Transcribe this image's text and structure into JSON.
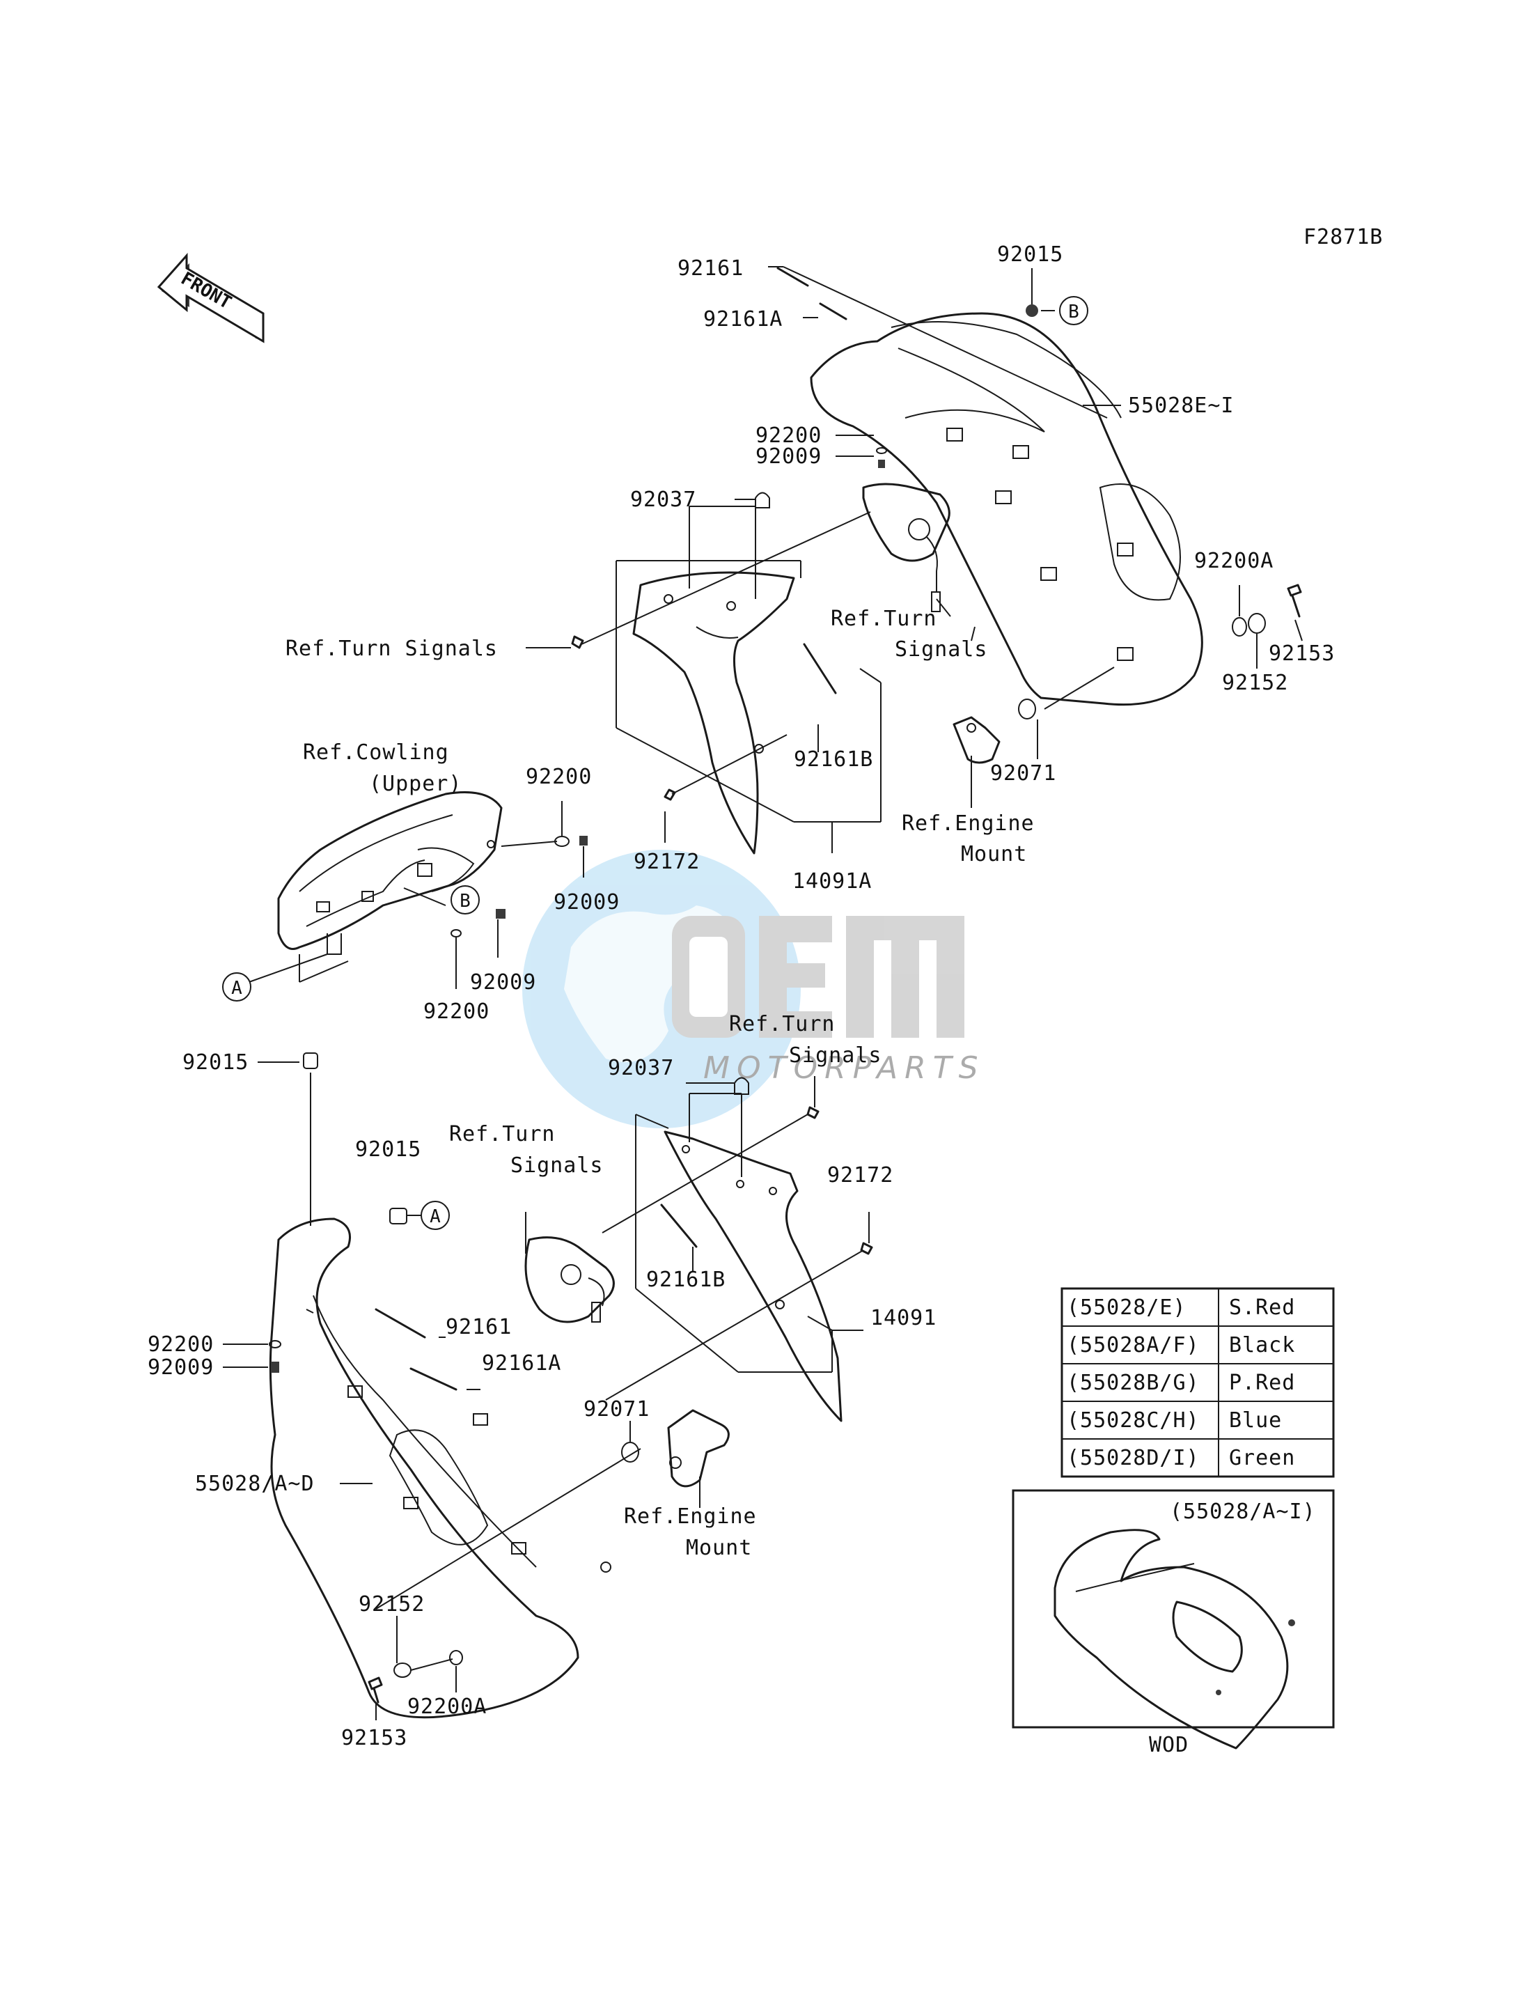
{
  "diagram": {
    "code": "F2871B",
    "front_label": "FRONT",
    "wod_label": "WOD",
    "watermark": {
      "brand": "OEM",
      "sub": "MOTORPARTS"
    },
    "callouts": {
      "A": "A",
      "B": "B"
    },
    "labels": {
      "p92015_top": "92015",
      "p92161_top": "92161",
      "p92161A_top": "92161A",
      "p55028E_I": "55028E~I",
      "p92200_top": "92200",
      "p92009_top": "92009",
      "p92037_top": "92037",
      "ref_turn_signals_left": "Ref.Turn Signals",
      "ref_turn_signals_right_1": "Ref.Turn",
      "ref_turn_signals_right_2": "Signals",
      "p92200A_top": "92200A",
      "p92153_top": "92153",
      "p92152_top": "92152",
      "p92161B_top": "92161B",
      "p92071_top": "92071",
      "ref_engine_mount_top_1": "Ref.Engine",
      "ref_engine_mount_top_2": "Mount",
      "p92172_top": "92172",
      "p14091A": "14091A",
      "ref_cowling_upper_1": "Ref.Cowling",
      "ref_cowling_upper_2": "(Upper)",
      "p92200_mid_a": "92200",
      "p92009_mid_a": "92009",
      "p92009_mid_b": "92009",
      "p92200_mid_b": "92200",
      "p92015_mid": "92015",
      "ref_turn_signals_mid_1": "Ref.Turn",
      "ref_turn_signals_mid_2": "Signals",
      "p92037_mid": "92037",
      "ref_turn_signals_low_1": "Ref.Turn",
      "ref_turn_signals_low_2": "Signals",
      "p92015_low": "92015",
      "p92172_low": "92172",
      "p92161B_low": "92161B",
      "p14091": "14091",
      "p92200_low": "92200",
      "p92009_low": "92009",
      "p92161_low": "92161",
      "p92161A_low": "92161A",
      "p92071_low": "92071",
      "p55028A_D": "55028/A~D",
      "ref_engine_mount_low_1": "Ref.Engine",
      "ref_engine_mount_low_2": "Mount",
      "p92152_low": "92152",
      "p92200A_low": "92200A",
      "p92153_low": "92153"
    },
    "color_table": [
      {
        "code": "(55028/E)",
        "color": "S.Red"
      },
      {
        "code": "(55028A/F)",
        "color": "Black"
      },
      {
        "code": "(55028B/G)",
        "color": "P.Red"
      },
      {
        "code": "(55028C/H)",
        "color": "Blue"
      },
      {
        "code": "(55028D/I)",
        "color": "Green"
      }
    ],
    "inset_label": "(55028/A~I)"
  }
}
